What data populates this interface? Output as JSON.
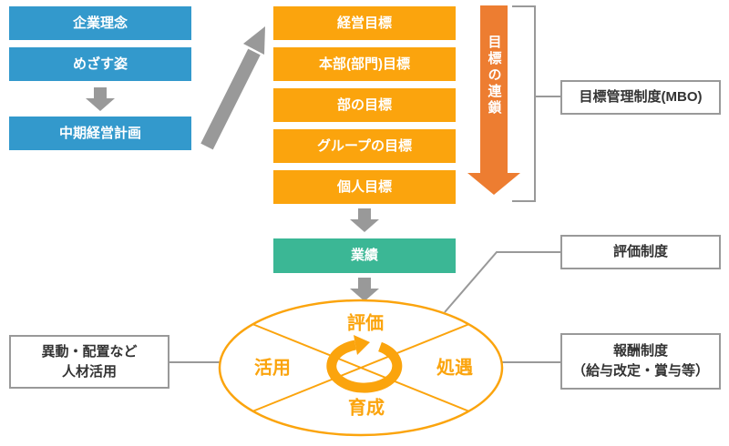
{
  "colors": {
    "blue": "#3399CC",
    "orange": "#FBA40D",
    "deep_orange": "#ED7D31",
    "teal": "#3BB795",
    "gray": "#999999",
    "text": "#333333"
  },
  "philosophy_flow": {
    "items": [
      "企業理念",
      "めざす姿",
      "中期経営計画"
    ]
  },
  "goal_cascade": {
    "items": [
      "経営目標",
      "本部(部門)目標",
      "部の目標",
      "グループの目標",
      "個人目標"
    ],
    "chain_arrow_label": "目標の連鎖",
    "mbo_label": "目標管理制度(MBO)"
  },
  "performance": {
    "label": "業績"
  },
  "hr_cycle": {
    "top": "評価",
    "right": "処遇",
    "bottom": "育成",
    "left": "活用"
  },
  "annotations": {
    "hr_use": {
      "line1": "異動・配置など",
      "line2": "人材活用"
    },
    "evaluation": "評価制度",
    "reward": {
      "line1": "報酬制度",
      "line2": "（給与改定・賞与等）"
    }
  }
}
